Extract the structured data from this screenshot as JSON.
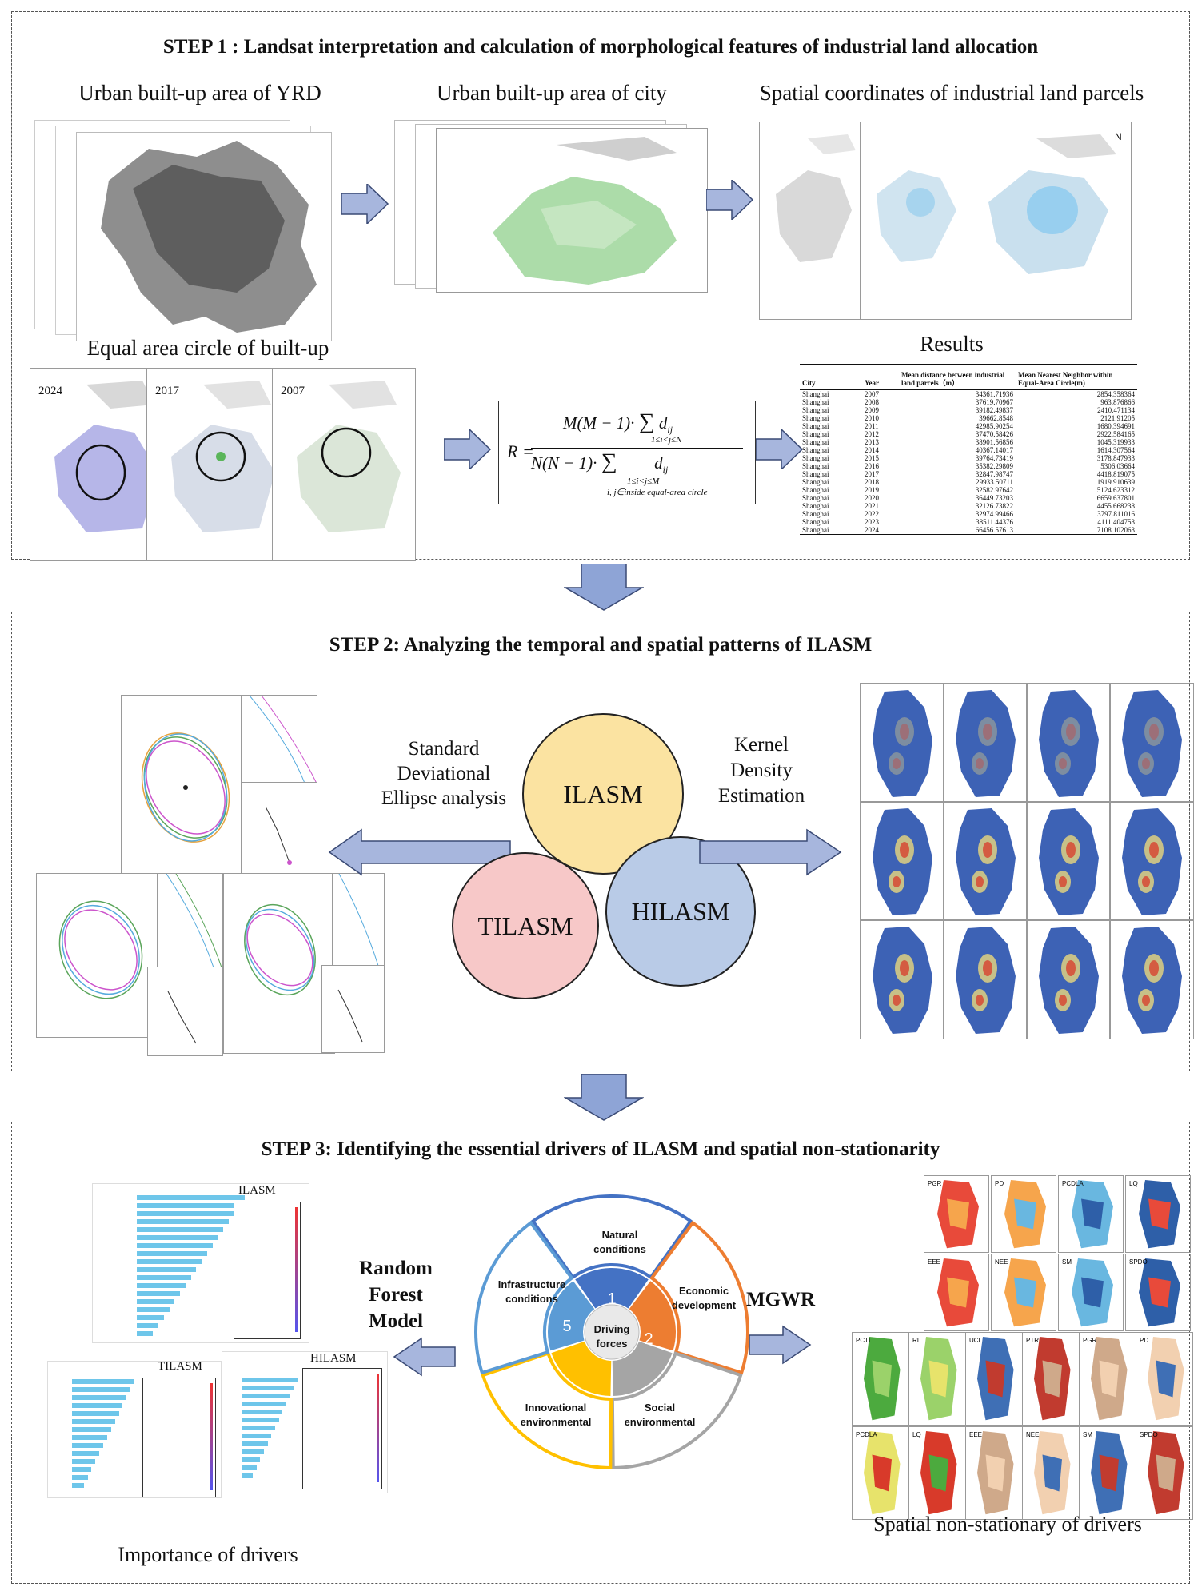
{
  "step1": {
    "title": "STEP 1 : Landsat interpretation and calculation of morphological features of industrial land allocation",
    "label_yrd": "Urban built-up area of YRD",
    "label_city": "Urban built-up area of city",
    "label_coords": "Spatial coordinates of industrial land parcels",
    "label_circle": "Equal area circle of built-up",
    "label_results": "Results",
    "years": [
      "2024",
      "2017",
      "2007"
    ],
    "formula": {
      "lhs": "R =",
      "num": "M(M − 1)·",
      "num_sum_sub": "1≤i<j≤N",
      "num_term": "d",
      "num_term_sub": "ij",
      "den": "N(N − 1)·",
      "den_sum_sub1": "1≤i<j≤M",
      "den_sum_sub2": "i, j∈inside equal-area circle",
      "den_term": "d",
      "den_term_sub": "ij"
    },
    "table": {
      "headers": [
        "City",
        "Year",
        "Mean distance between industrial land parcels（m）",
        "Mean Nearest Neighbor within Equal-Area Circle(m)"
      ],
      "rows": [
        [
          "Shanghai",
          "2007",
          "34361.71936",
          "2854.358364"
        ],
        [
          "Shanghai",
          "2008",
          "37619.70967",
          "963.876866"
        ],
        [
          "Shanghai",
          "2009",
          "39182.49837",
          "2410.471134"
        ],
        [
          "Shanghai",
          "2010",
          "39662.8548",
          "2121.91205"
        ],
        [
          "Shanghai",
          "2011",
          "42985.90254",
          "1680.394691"
        ],
        [
          "Shanghai",
          "2012",
          "37470.58426",
          "2922.584165"
        ],
        [
          "Shanghai",
          "2013",
          "38901.56856",
          "1045.319933"
        ],
        [
          "Shanghai",
          "2014",
          "40367.14017",
          "1614.307564"
        ],
        [
          "Shanghai",
          "2015",
          "39764.73419",
          "3178.847933"
        ],
        [
          "Shanghai",
          "2016",
          "35382.29809",
          "5306.03664"
        ],
        [
          "Shanghai",
          "2017",
          "32847.98747",
          "4418.819075"
        ],
        [
          "Shanghai",
          "2018",
          "29933.50711",
          "1919.910639"
        ],
        [
          "Shanghai",
          "2019",
          "32582.97642",
          "5124.623312"
        ],
        [
          "Shanghai",
          "2020",
          "36449.73203",
          "6659.637801"
        ],
        [
          "Shanghai",
          "2021",
          "32126.73822",
          "4455.668238"
        ],
        [
          "Shanghai",
          "2022",
          "32974.99466",
          "3797.811016"
        ],
        [
          "Shanghai",
          "2023",
          "38511.44376",
          "4111.404753"
        ],
        [
          "Shanghai",
          "2024",
          "66456.57613",
          "7108.102063"
        ]
      ]
    }
  },
  "step2": {
    "title": "STEP 2: Analyzing the temporal and spatial patterns of ILASM",
    "left_label": [
      "Standard",
      "Deviational",
      "Ellipse analysis"
    ],
    "right_label": [
      "Kernel",
      "Density",
      "Estimation"
    ],
    "circles": [
      "ILASM",
      "TILASM",
      "HILASM"
    ]
  },
  "step3": {
    "title": "STEP 3: Identifying the essential drivers of  ILASM and spatial non-stationarity",
    "left_label": [
      "Random",
      "Forest",
      "Model"
    ],
    "right_label": "MGWR",
    "bottom_left": "Importance of drivers",
    "bottom_right": "Spatial non-stationary of drivers",
    "chart_titles": [
      "ILASM",
      "TILASM",
      "HILASM"
    ],
    "wheel": {
      "center": [
        "Driving",
        "forces"
      ],
      "sectors": [
        {
          "num": "1",
          "label": [
            "Natural",
            "conditions"
          ]
        },
        {
          "num": "2",
          "label": [
            "Economic",
            "development"
          ]
        },
        {
          "num": "",
          "label": [
            "Social",
            "environmental"
          ]
        },
        {
          "num": "",
          "label": [
            "Innovational",
            "environmental"
          ]
        },
        {
          "num": "5",
          "label": [
            "Infrastructure",
            "conditions"
          ]
        }
      ],
      "colors": {
        "blue": "#4472c4",
        "orange": "#ed7d31",
        "gray": "#a5a5a5",
        "gold": "#ffc000",
        "lightblue": "#5b9bd5"
      }
    },
    "mgwr_labels": [
      "PGR",
      "PD",
      "PCDLA",
      "LQ",
      "EEE",
      "NEE",
      "SM",
      "SPDO",
      "PCTI",
      "RI",
      "UCI",
      "PTR"
    ]
  }
}
